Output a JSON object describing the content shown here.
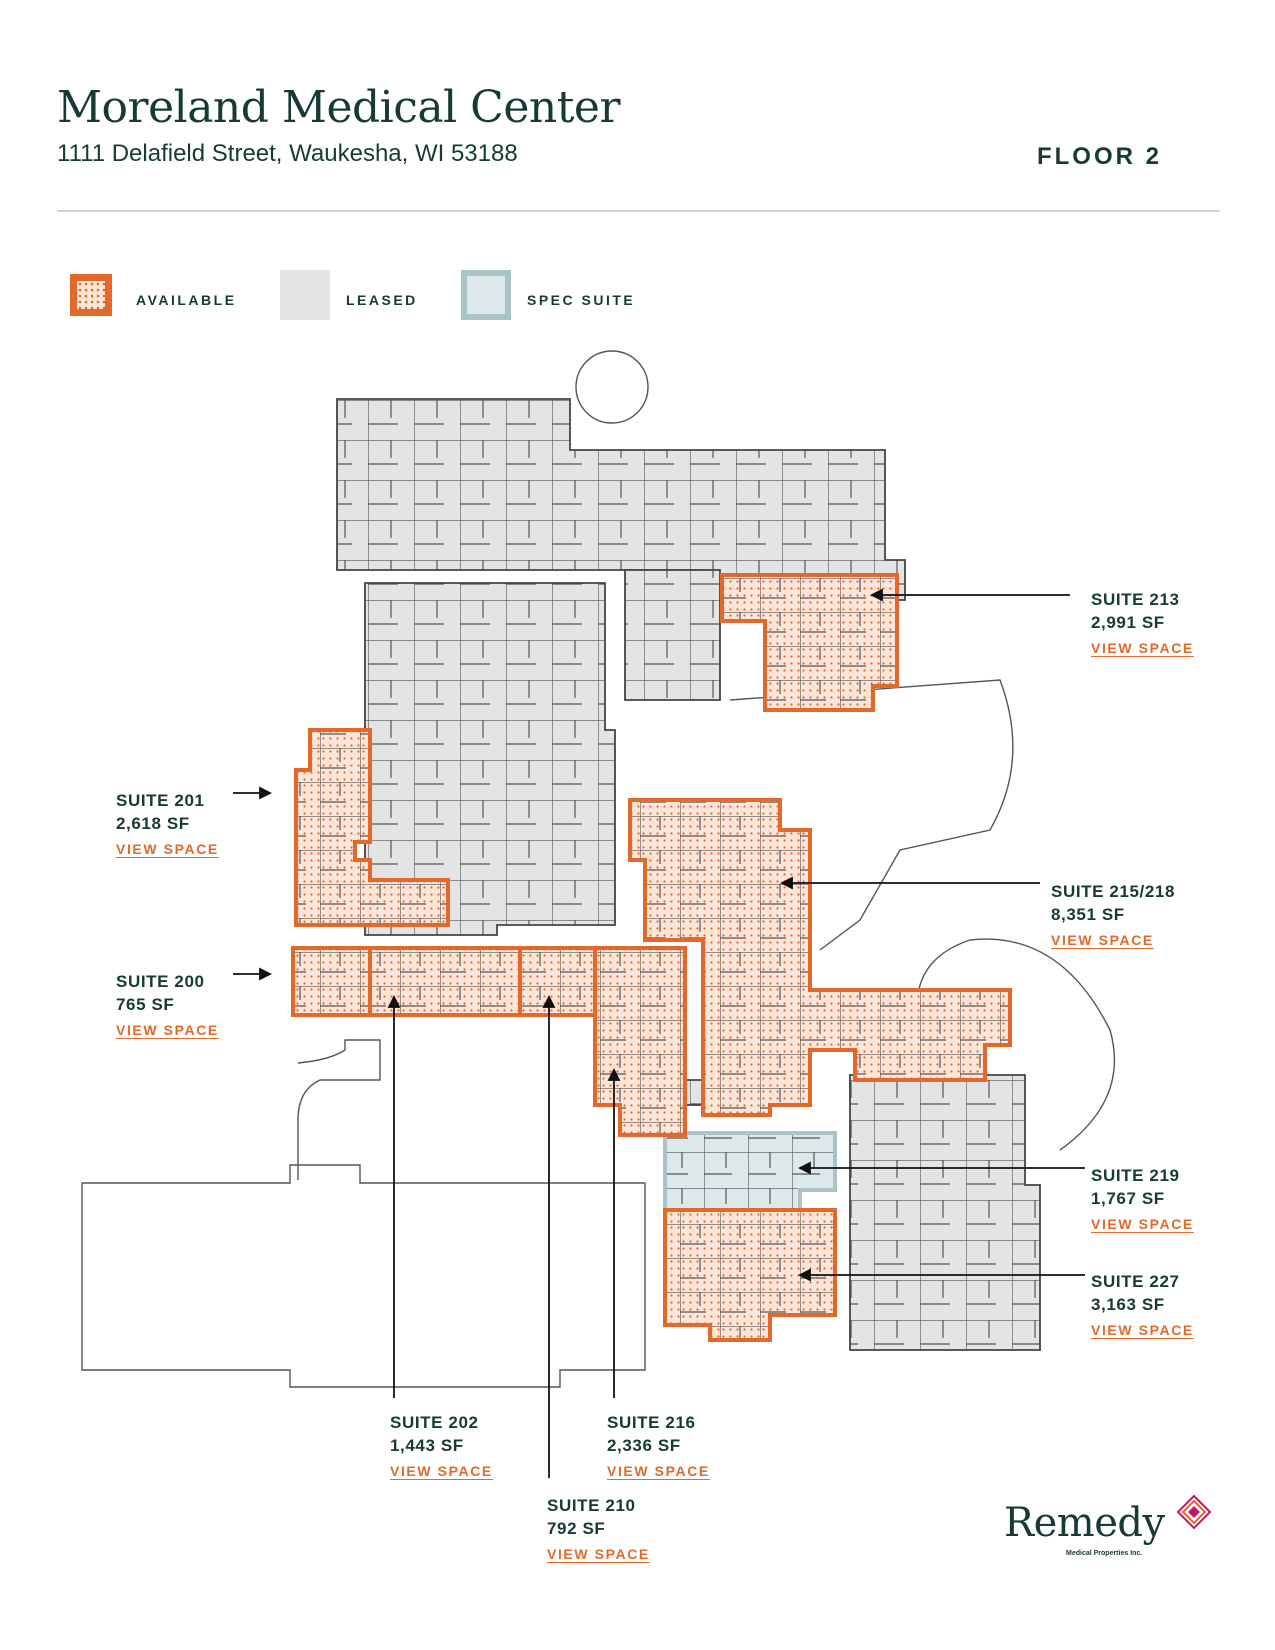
{
  "header": {
    "title": "Moreland Medical Center",
    "address": "1111 Delafield Street, Waukesha, WI 53188",
    "floor": "FLOOR 2"
  },
  "legend": {
    "available": "AVAILABLE",
    "leased": "LEASED",
    "spec_suite": "SPEC SUITE"
  },
  "colors": {
    "available": "#e2692a",
    "available_fill": "#fbe5d8",
    "leased": "#e4e4e5",
    "spec_suite": "#dde8ea",
    "spec_border": "#a9c3c6",
    "text": "#173a36"
  },
  "suites": [
    {
      "id": "213",
      "name": "SUITE 213",
      "area": "2,991 SF",
      "link": "VIEW SPACE"
    },
    {
      "id": "201",
      "name": "SUITE 201",
      "area": "2,618 SF",
      "link": "VIEW SPACE"
    },
    {
      "id": "215_218",
      "name": "SUITE 215/218",
      "area": "8,351 SF",
      "link": "VIEW SPACE"
    },
    {
      "id": "200",
      "name": "SUITE 200",
      "area": "765 SF",
      "link": "VIEW SPACE"
    },
    {
      "id": "219",
      "name": "SUITE 219",
      "area": "1,767 SF",
      "link": "VIEW SPACE"
    },
    {
      "id": "227",
      "name": "SUITE 227",
      "area": "3,163 SF",
      "link": "VIEW SPACE"
    },
    {
      "id": "202",
      "name": "SUITE 202",
      "area": "1,443 SF",
      "link": "VIEW SPACE"
    },
    {
      "id": "216",
      "name": "SUITE 216",
      "area": "2,336 SF",
      "link": "VIEW SPACE"
    },
    {
      "id": "210",
      "name": "SUITE 210",
      "area": "792 SF",
      "link": "VIEW SPACE"
    }
  ],
  "logo": {
    "name": "Remedy",
    "subtitle": "Medical Properties Inc."
  }
}
